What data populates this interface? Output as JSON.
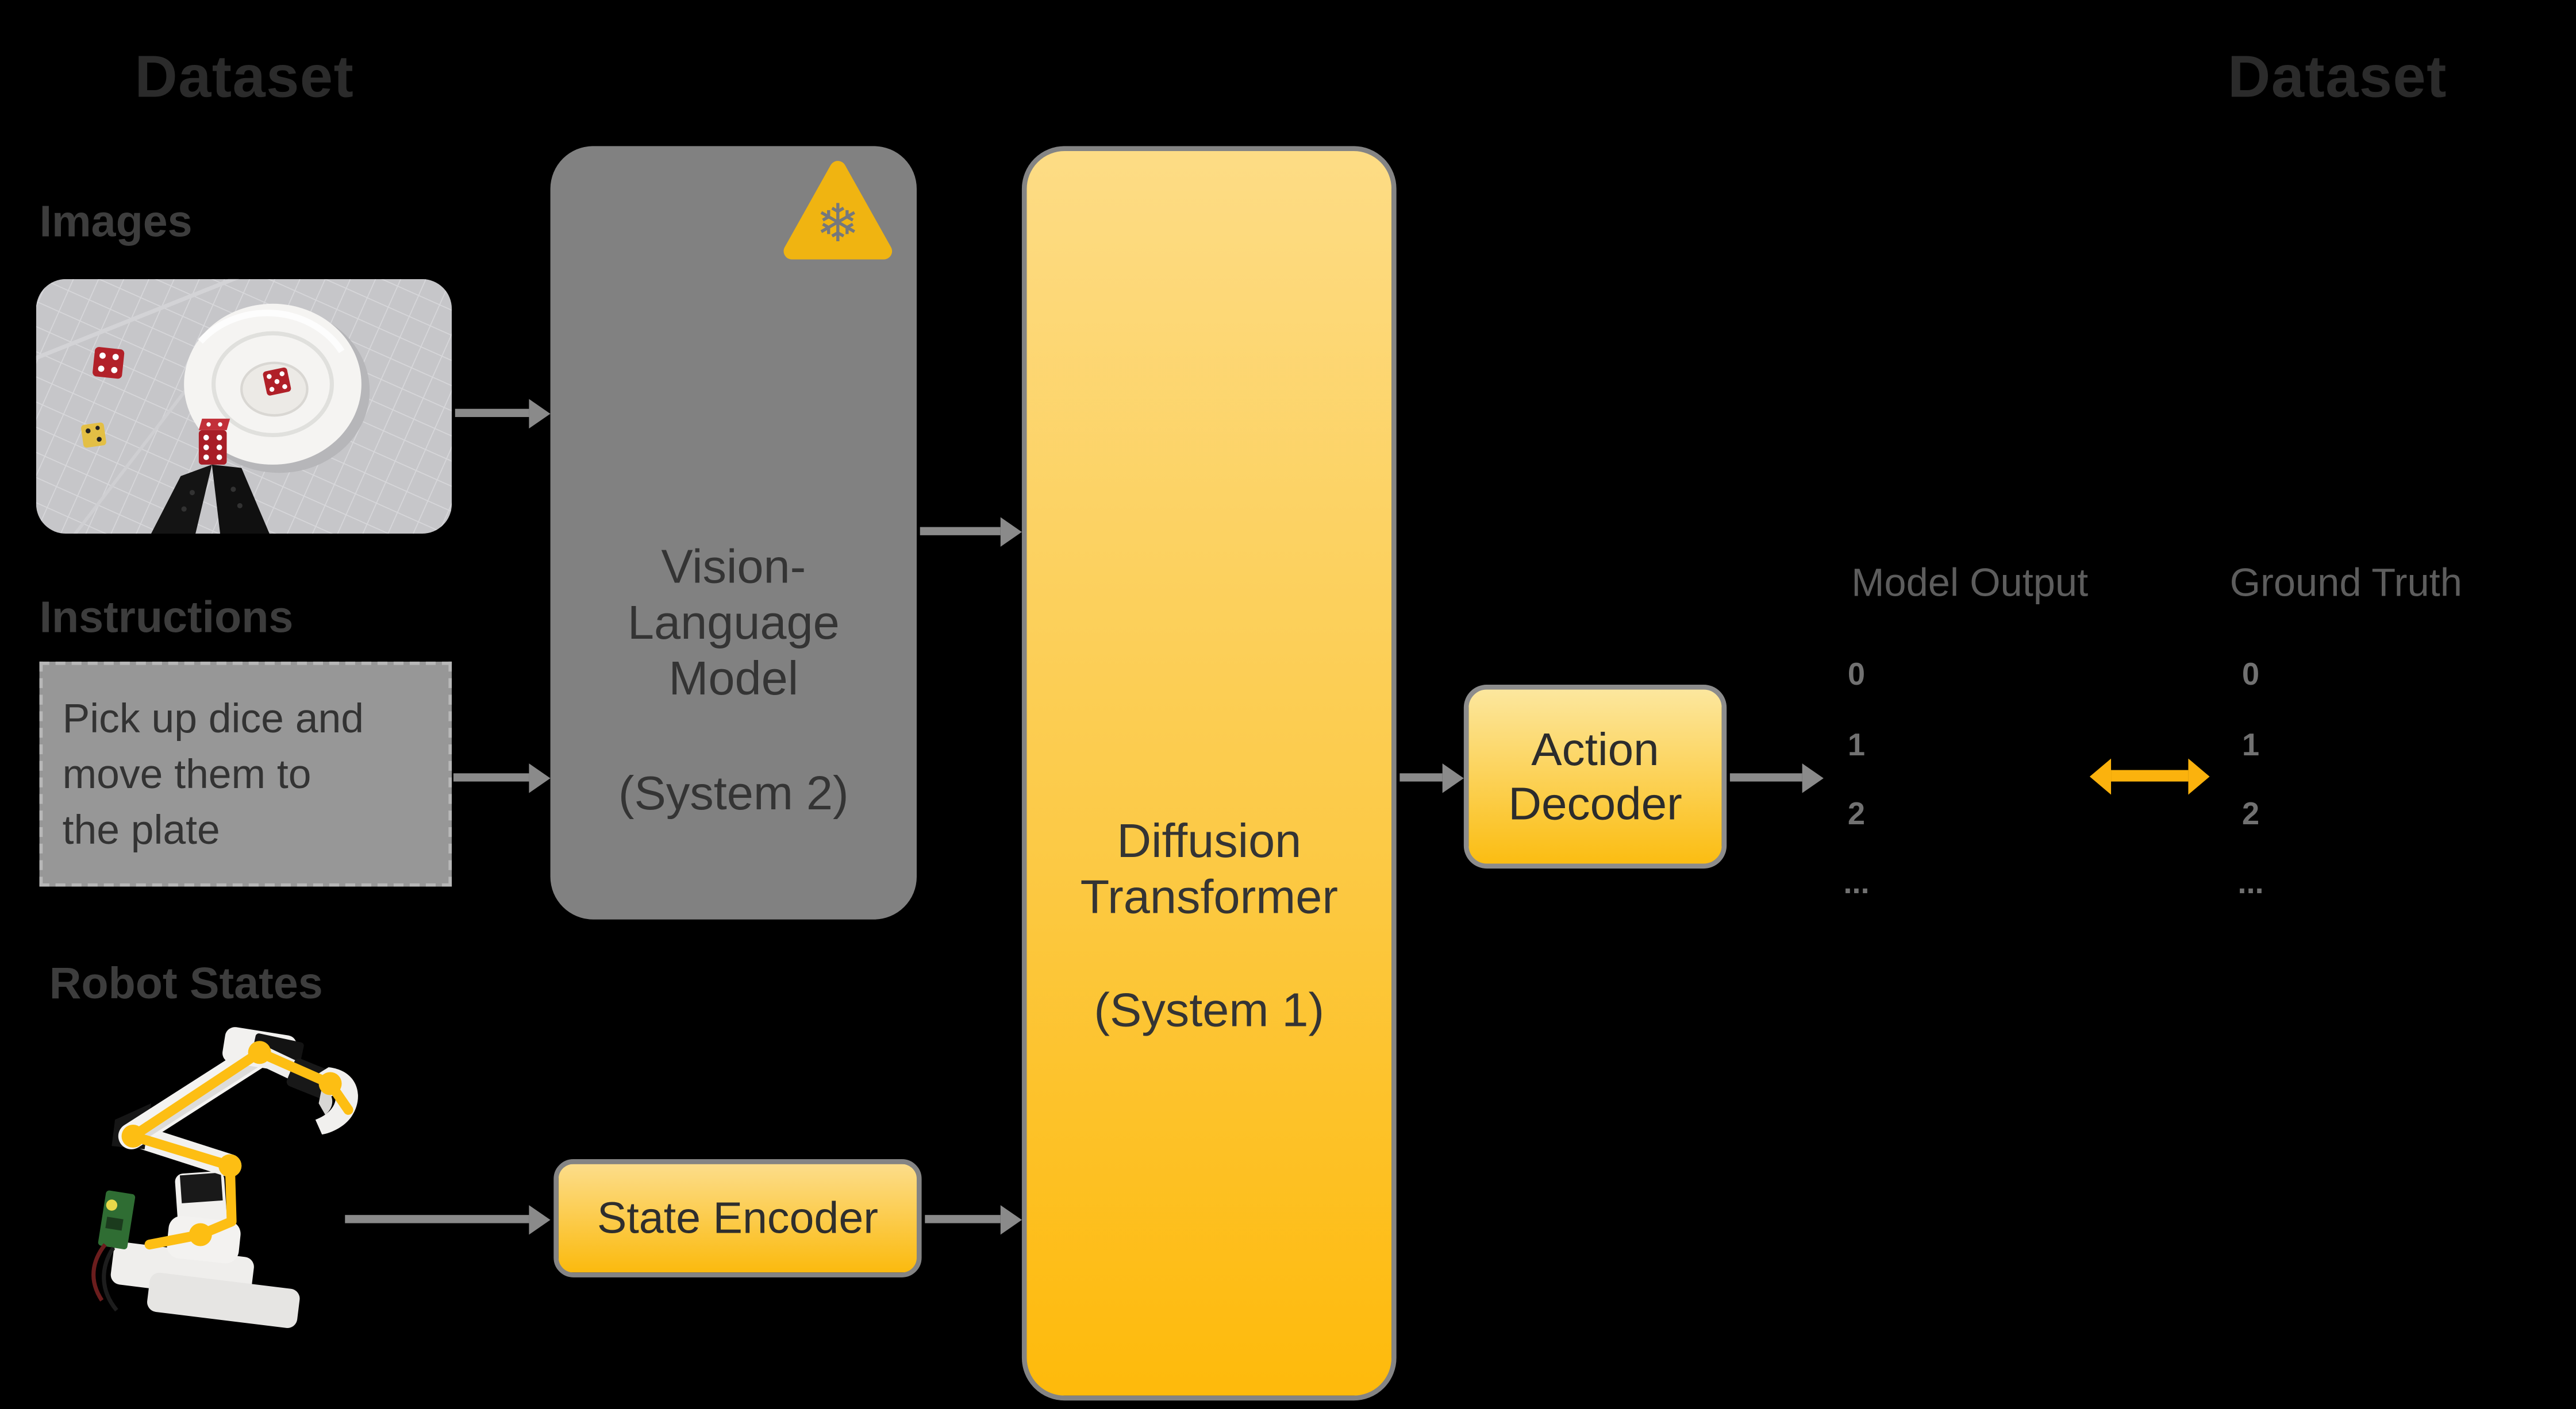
{
  "titles": {
    "dataset_left": "Dataset",
    "dataset_right": "Dataset"
  },
  "inputs": {
    "images_label": "Images",
    "instructions_label": "Instructions",
    "robot_states_label": "Robot States",
    "instruction_lines": [
      "Pick up dice and",
      "move them to",
      "the plate"
    ]
  },
  "blocks": {
    "vlm": {
      "line1": "Vision-",
      "line2": "Language",
      "line3": "Model",
      "system": "(System 2)"
    },
    "diffusion_transformer": {
      "line1": "Diffusion",
      "line2": "Transformer",
      "system": "(System 1)"
    },
    "state_encoder": {
      "label": "State Encoder"
    },
    "action_decoder": {
      "line1": "Action",
      "line2": "Decoder"
    }
  },
  "comparison": {
    "model_output_header": "Model Output",
    "ground_truth_header": "Ground Truth",
    "model_output_rows": [
      "0",
      "1",
      "2",
      "..."
    ],
    "ground_truth_rows": [
      "0",
      "1",
      "2",
      "..."
    ]
  },
  "icons": {
    "frozen_badge": "snowflake-warning-triangle",
    "snowflake_glyph": "❄"
  },
  "connections": [
    "images -> vision-language-model",
    "instructions -> vision-language-model",
    "vision-language-model -> diffusion-transformer",
    "robot-states -> state-encoder",
    "state-encoder -> diffusion-transformer",
    "diffusion-transformer -> action-decoder",
    "action-decoder -> model-output",
    "model-output <-> ground-truth"
  ],
  "colors": {
    "background": "#000000",
    "dataset_title": "#2b2b2b",
    "section_label": "#3d3d3d",
    "gray_box": "#818181",
    "instruction_box": "#979797",
    "arrow_gray": "#8a8a8a",
    "box_border": "#848484",
    "yellow_gradient_top": "#fddc85",
    "yellow_gradient_bottom": "#feba0b",
    "frozen_triangle": "#f0b411",
    "snowflake": "#75787d",
    "compare_arrow": "#fbb20d",
    "header_gray": "#5d5d5d",
    "row_number_gray": "#717171",
    "skeleton_yellow": "#fdbe13"
  }
}
